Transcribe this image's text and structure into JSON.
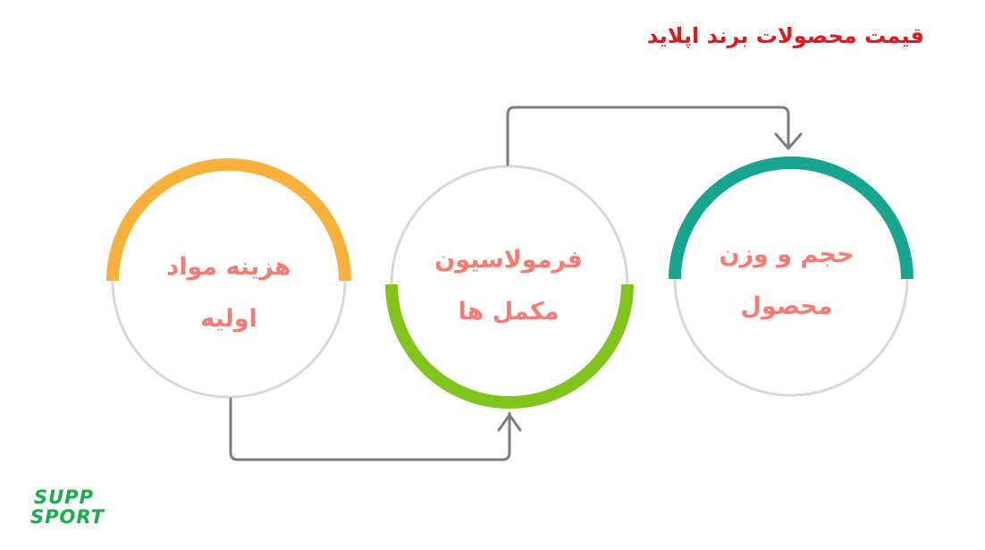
{
  "title": "قیمت محصولات برند اپلاید",
  "nodes": [
    {
      "line1": "حجم و وزن",
      "line2": "محصول",
      "color": "#17a58f"
    },
    {
      "line1": "فرمولاسیون",
      "line2": "مکمل ها",
      "color": "#80c41c"
    },
    {
      "line1": "هزینه مواد",
      "line2": "اولیه",
      "color": "#f8b13c"
    }
  ],
  "colors": {
    "ring": "#d8d8d8",
    "arrow": "#7d7d7d",
    "label": "#f47c72",
    "title": "#e8141c",
    "logo": "#1aab4b"
  },
  "logo": {
    "line1": "SUPP",
    "line2": "SPORT"
  }
}
